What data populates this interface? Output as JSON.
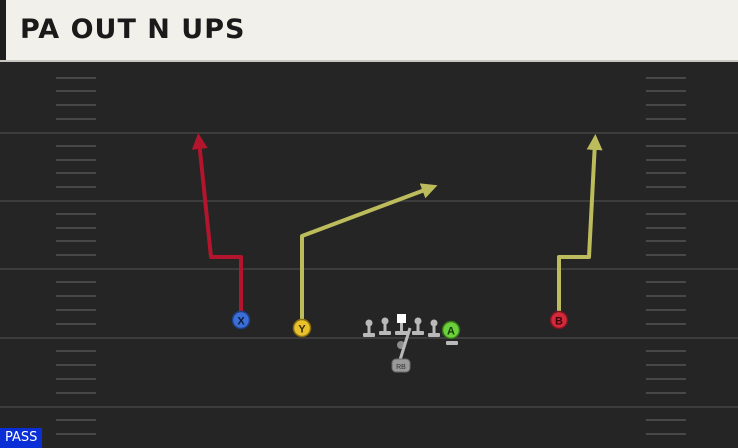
{
  "play": {
    "title": "PA OUT N UPS",
    "type_label": "PASS"
  },
  "colors": {
    "field": "#252525",
    "yard_line": "#3c3c3c",
    "hash": "#555555",
    "route_red": "#b3152d",
    "route_yellow": "#bcbc5c",
    "lineman": "#b9b9b9",
    "badge": "#0a2fd6"
  },
  "players": [
    {
      "id": "X",
      "label": "X",
      "color": "#3b6fd6",
      "role": "receiver"
    },
    {
      "id": "Y",
      "label": "Y",
      "color": "#e9c12c",
      "role": "receiver"
    },
    {
      "id": "A",
      "label": "A",
      "color": "#6ccf3c",
      "role": "receiver"
    },
    {
      "id": "B",
      "label": "B",
      "color": "#d22a3a",
      "role": "receiver"
    },
    {
      "id": "RB",
      "label": "RB",
      "color": "#9a9a9a",
      "role": "running-back"
    }
  ],
  "routes": [
    {
      "player": "X",
      "name": "out-n-up",
      "color": "#b3152d"
    },
    {
      "player": "Y",
      "name": "corner",
      "color": "#bcbc5c"
    },
    {
      "player": "B",
      "name": "out-n-up",
      "color": "#bcbc5c"
    }
  ]
}
